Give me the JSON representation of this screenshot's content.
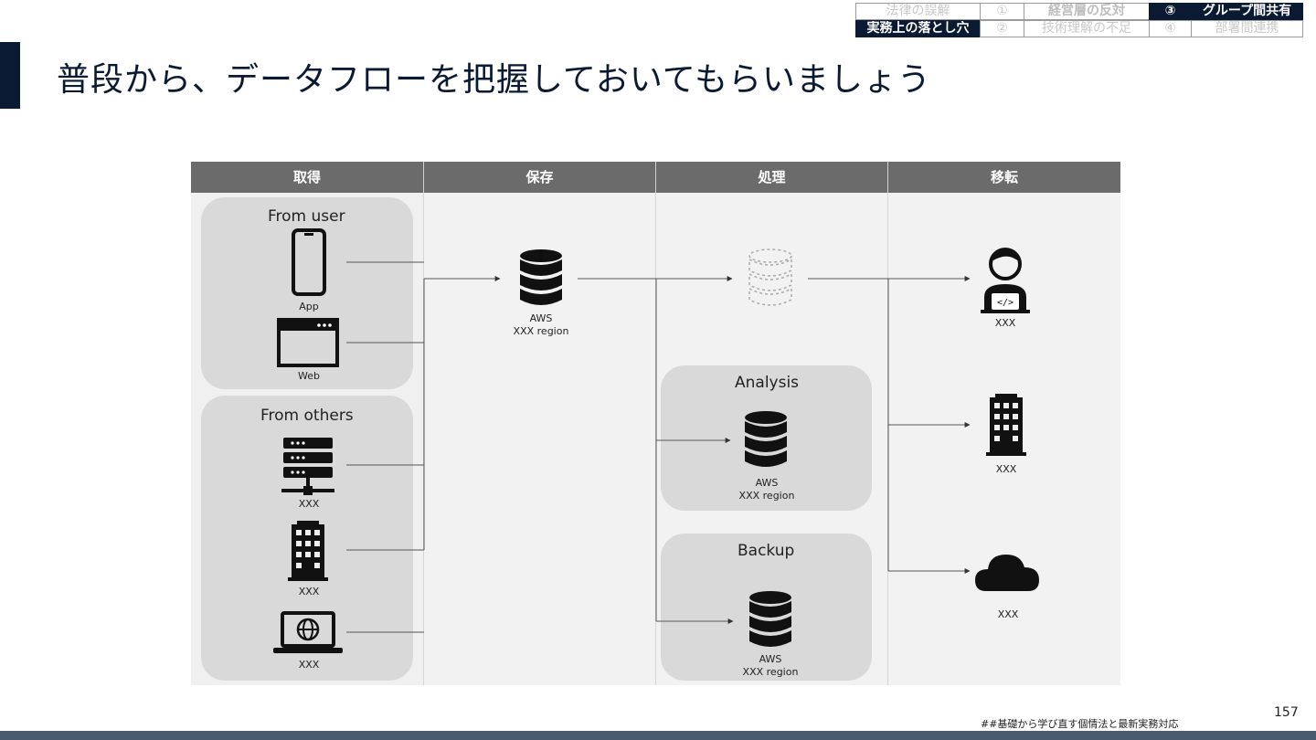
{
  "nav": {
    "row1": [
      "法律の誤解",
      "①",
      "経営層の反対",
      "③",
      "グループ間共有"
    ],
    "row2": [
      "実務上の落とし穴",
      "②",
      "技術理解の不足",
      "④",
      "部署間連携"
    ]
  },
  "title": "普段から、データフローを把握しておいてもらいましょう",
  "diagram": {
    "columns": [
      "取得",
      "保存",
      "処理",
      "移転"
    ],
    "from_user": {
      "title": "From user",
      "app_label": "App",
      "web_label": "Web"
    },
    "from_others": {
      "title": "From others",
      "server_label": "XXX",
      "building_label": "XXX",
      "laptop_label": "XXX"
    },
    "storage": {
      "line1": "AWS",
      "line2": "XXX region"
    },
    "processing_label_empty": "",
    "analysis": {
      "title": "Analysis",
      "line1": "AWS",
      "line2": "XXX region"
    },
    "backup": {
      "title": "Backup",
      "line1": "AWS",
      "line2": "XXX region"
    },
    "transfer": {
      "person_label": "XXX",
      "building_label": "XXX",
      "cloud_label": "XXX"
    }
  },
  "footnote": "##基礎から学び直す個情法と最新実務対応",
  "page_number": "157",
  "colors": {
    "navy": "#0b1a33",
    "header_gray": "#6b6b6b",
    "group_gray": "#d9d9d9"
  }
}
